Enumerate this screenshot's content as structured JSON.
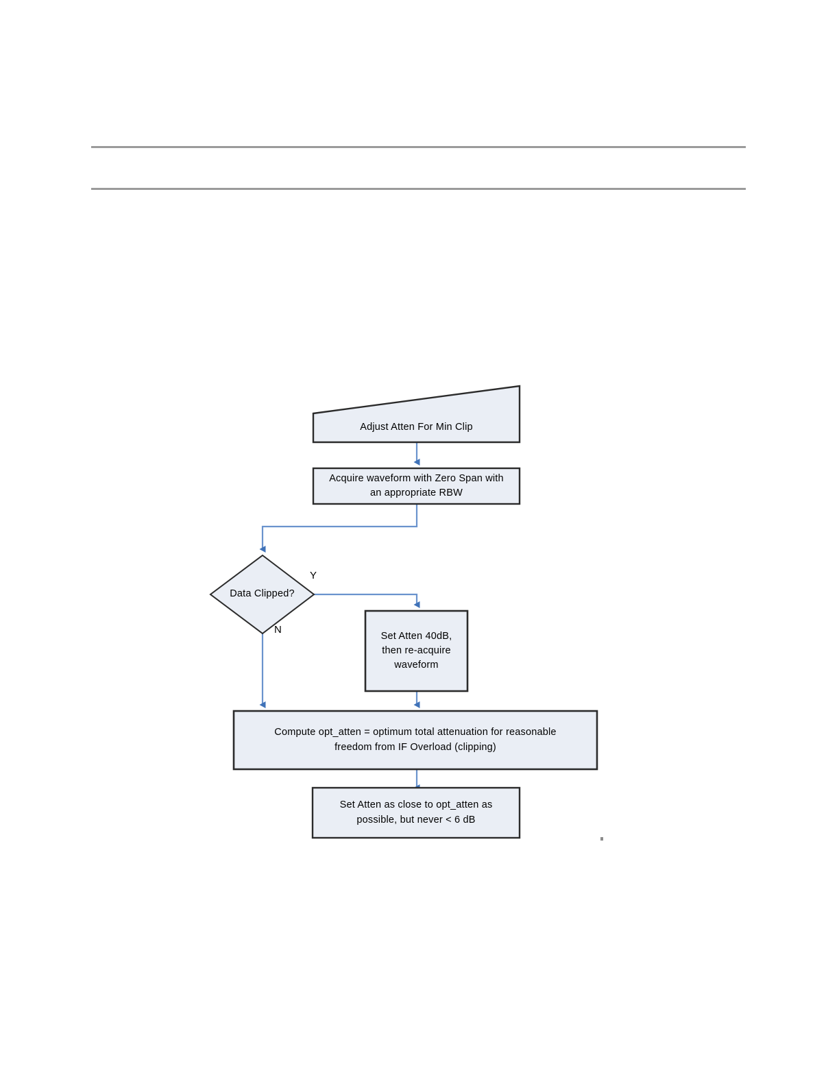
{
  "document": {
    "page_background": "#ffffff",
    "rules": {
      "color": "#9b9b9b",
      "count": 2
    }
  },
  "diagram": {
    "title": "Adjust Atten For Min Clip flowchart",
    "style": {
      "node_fill": "#eaeef5",
      "node_stroke": "#2b2b2b",
      "connector_color": "#5b87c8",
      "text_color": "#000000"
    },
    "nodes": [
      {
        "id": "start",
        "shape": "trapezoid",
        "label": "Adjust Atten For Min Clip"
      },
      {
        "id": "acquire",
        "shape": "rectangle",
        "label": "Acquire waveform with Zero Span with\nan appropriate RBW"
      },
      {
        "id": "decision",
        "shape": "diamond",
        "label": "Data Clipped?"
      },
      {
        "id": "set-atten-40",
        "shape": "rectangle",
        "label": "Set Atten 40dB,\nthen re-acquire\nwaveform"
      },
      {
        "id": "compute",
        "shape": "rectangle",
        "label": "Compute opt_atten = optimum total attenuation for reasonable\nfreedom from IF Overload (clipping)"
      },
      {
        "id": "set-atten-final",
        "shape": "rectangle",
        "label": "Set Atten as close to opt_atten as\npossible, but never < 6 dB"
      }
    ],
    "edges": [
      {
        "from": "start",
        "to": "acquire",
        "label": ""
      },
      {
        "from": "acquire",
        "to": "decision",
        "label": ""
      },
      {
        "from": "decision",
        "to": "set-atten-40",
        "label": "Y"
      },
      {
        "from": "decision",
        "to": "compute",
        "label": "N"
      },
      {
        "from": "set-atten-40",
        "to": "compute",
        "label": ""
      },
      {
        "from": "compute",
        "to": "set-atten-final",
        "label": ""
      }
    ],
    "edge_labels": {
      "yes": "Y",
      "no": "N"
    }
  }
}
